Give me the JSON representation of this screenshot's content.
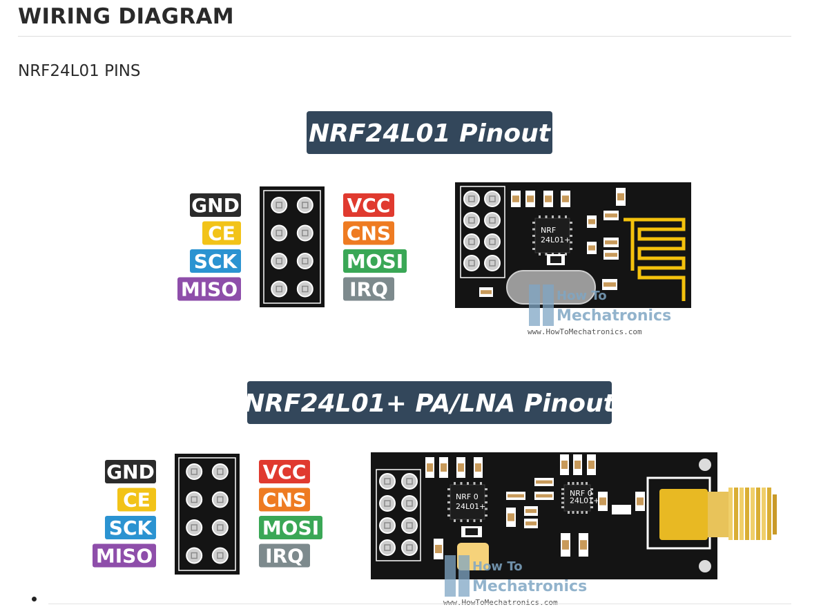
{
  "page": {
    "heading": "WIRING DIAGRAM",
    "subheading": "NRF24L01 PINS"
  },
  "diagrams": [
    {
      "title": "NRF24L01 Pinout",
      "left_pins": [
        {
          "label": "GND",
          "color": "#2b2b2b"
        },
        {
          "label": "CE",
          "color": "#f2c318"
        },
        {
          "label": "SCK",
          "color": "#2b93d1"
        },
        {
          "label": "MISO",
          "color": "#8e4eaa"
        }
      ],
      "right_pins": [
        {
          "label": "VCC",
          "color": "#e03a2f"
        },
        {
          "label": "CNS",
          "color": "#ee7b22"
        },
        {
          "label": "MOSI",
          "color": "#3aa756"
        },
        {
          "label": "IRQ",
          "color": "#7d8a8d"
        }
      ],
      "chip_label": [
        "NRF",
        "24L01+"
      ],
      "watermark": [
        "How To",
        "Mechatronics",
        "www.HowToMechatronics.com"
      ]
    },
    {
      "title": "NRF24L01+ PA/LNA Pinout",
      "left_pins": [
        {
          "label": "GND",
          "color": "#2b2b2b"
        },
        {
          "label": "CE",
          "color": "#f2c318"
        },
        {
          "label": "SCK",
          "color": "#2b93d1"
        },
        {
          "label": "MISO",
          "color": "#8e4eaa"
        }
      ],
      "right_pins": [
        {
          "label": "VCC",
          "color": "#e03a2f"
        },
        {
          "label": "CNS",
          "color": "#ee7b22"
        },
        {
          "label": "MOSI",
          "color": "#3aa756"
        },
        {
          "label": "IRQ",
          "color": "#7d8a8d"
        }
      ],
      "chip_label": [
        "NRF 0",
        "24L01+"
      ],
      "watermark": [
        "How To",
        "Mechatronics",
        "www.HowToMechatronics.com"
      ]
    }
  ],
  "colors": {
    "title_bg": "#33475b",
    "board": "#141414",
    "antenna": "#f4c20d",
    "connector": "#e8b923"
  }
}
